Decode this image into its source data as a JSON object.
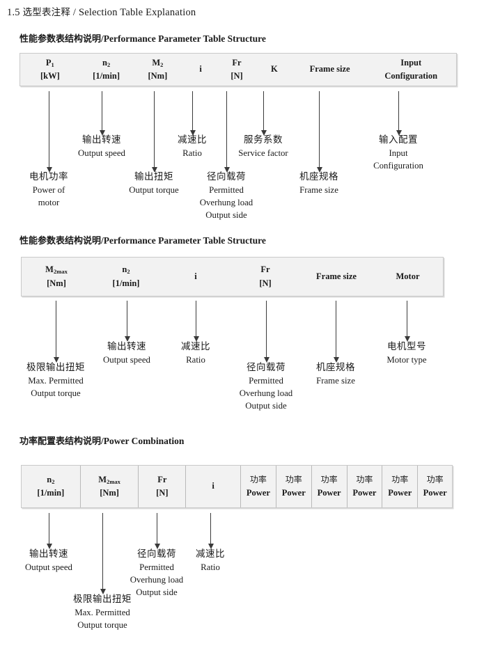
{
  "page": {
    "section_number": "1.5",
    "section_title_cn": "选型表注释",
    "section_title_sep": "/",
    "section_title_en": "Selection Table Explanation"
  },
  "blocks": [
    {
      "heading_cn": "性能参数表结构说明",
      "heading_sep": "/",
      "heading_en": "Performance Parameter Table Structure",
      "table": {
        "divided": false,
        "columns": [
          {
            "sym": "P",
            "sub": "1",
            "unit": "[kW]"
          },
          {
            "sym": "n",
            "sub": "2",
            "unit": "[1/min]"
          },
          {
            "sym": "M",
            "sub": "2",
            "unit": "[Nm]"
          },
          {
            "sym": "i",
            "sub": "",
            "unit": ""
          },
          {
            "sym": "Fr",
            "sub": "",
            "unit": "[N]"
          },
          {
            "sym": "K",
            "sub": "",
            "unit": ""
          },
          {
            "sym": "Frame size",
            "sub": "",
            "unit": ""
          },
          {
            "sym": "Input",
            "sub": "",
            "unit": "Configuration"
          }
        ]
      },
      "notes": [
        {
          "cn": "电机功率",
          "en": [
            "Power of",
            "motor"
          ]
        },
        {
          "cn": "输出转速",
          "en": [
            "Output speed"
          ]
        },
        {
          "cn": "输出扭矩",
          "en": [
            "Output torque"
          ]
        },
        {
          "cn": "减速比",
          "en": [
            "Ratio"
          ]
        },
        {
          "cn": "径向载荷",
          "en": [
            "Permitted",
            "Overhung load",
            "Output side"
          ]
        },
        {
          "cn": "服务系数",
          "en": [
            "Service factor"
          ]
        },
        {
          "cn": "机座规格",
          "en": [
            "Frame size"
          ]
        },
        {
          "cn": "输入配置",
          "en": [
            "Input",
            "Configuration"
          ]
        }
      ]
    },
    {
      "heading_cn": "性能参数表结构说明",
      "heading_sep": "/",
      "heading_en": "Performance Parameter Table Structure",
      "table": {
        "divided": false,
        "columns": [
          {
            "sym": "M",
            "sub": "2max",
            "unit": "[Nm]"
          },
          {
            "sym": "n",
            "sub": "2",
            "unit": "[1/min]"
          },
          {
            "sym": "i",
            "sub": "",
            "unit": ""
          },
          {
            "sym": "Fr",
            "sub": "",
            "unit": "[N]"
          },
          {
            "sym": "Frame size",
            "sub": "",
            "unit": ""
          },
          {
            "sym": "Motor",
            "sub": "",
            "unit": ""
          }
        ]
      },
      "notes": [
        {
          "cn": "极限输出扭矩",
          "en": [
            "Max. Permitted",
            "Output  torque"
          ]
        },
        {
          "cn": "输出转速",
          "en": [
            "Output speed"
          ]
        },
        {
          "cn": "减速比",
          "en": [
            "Ratio"
          ]
        },
        {
          "cn": "径向载荷",
          "en": [
            "Permitted",
            "Overhung load",
            "Output side"
          ]
        },
        {
          "cn": "机座规格",
          "en": [
            "Frame size"
          ]
        },
        {
          "cn": "电机型号",
          "en": [
            "Motor type"
          ]
        }
      ]
    },
    {
      "heading_cn": "功率配置表结构说明",
      "heading_sep": "/",
      "heading_en": "Power Combination",
      "table": {
        "divided": true,
        "columns": [
          {
            "sym": "n",
            "sub": "2",
            "unit": "[1/min]"
          },
          {
            "sym": "M",
            "sub": "2max",
            "unit": "[Nm]"
          },
          {
            "sym": "Fr",
            "sub": "",
            "unit": "[N]"
          },
          {
            "sym": "i",
            "sub": "",
            "unit": ""
          },
          {
            "sym": "功率",
            "sub": "",
            "unit": "Power"
          },
          {
            "sym": "功率",
            "sub": "",
            "unit": "Power"
          },
          {
            "sym": "功率",
            "sub": "",
            "unit": "Power"
          },
          {
            "sym": "功率",
            "sub": "",
            "unit": "Power"
          },
          {
            "sym": "功率",
            "sub": "",
            "unit": "Power"
          },
          {
            "sym": "功率",
            "sub": "",
            "unit": "Power"
          }
        ]
      },
      "notes": [
        {
          "cn": "输出转速",
          "en": [
            "Output speed"
          ]
        },
        {
          "cn": "极限输出扭矩",
          "en": [
            "Max. Permitted",
            "Output  torque"
          ]
        },
        {
          "cn": "径向载荷",
          "en": [
            "Permitted",
            "Overhung load",
            "Output side"
          ]
        },
        {
          "cn": "减速比",
          "en": [
            "Ratio"
          ]
        }
      ]
    }
  ]
}
